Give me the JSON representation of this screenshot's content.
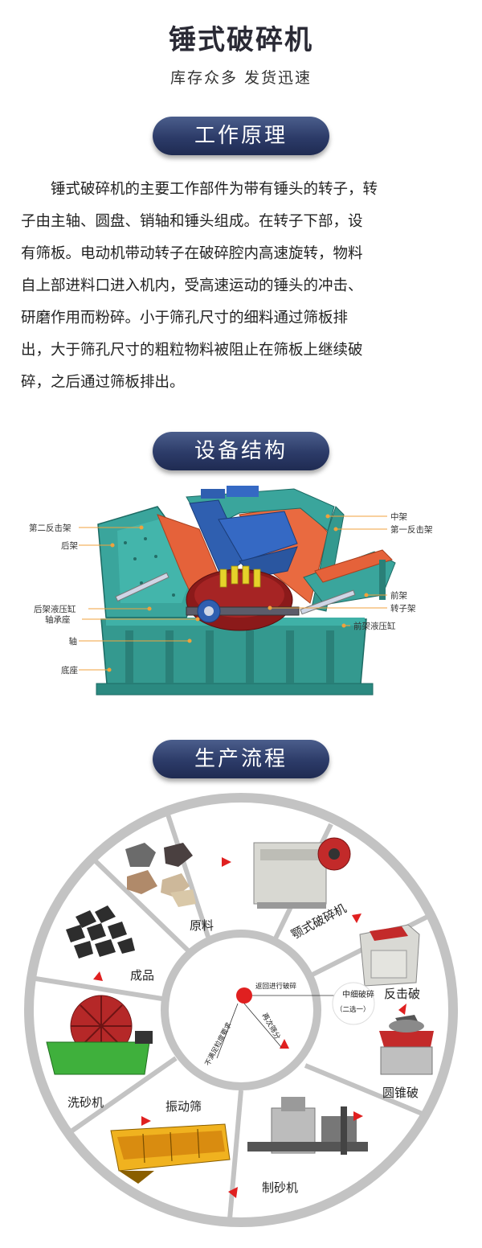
{
  "header": {
    "title": "锤式破碎机",
    "subtitle": "库存众多 发货迅速"
  },
  "sections": {
    "principle": {
      "heading": "工作原理",
      "lines": [
        "　　锤式破碎机的主要工作部件为带有锤头的转子，转",
        "子由主轴、圆盘、销轴和锤头组成。在转子下部，设",
        "有筛板。电动机带动转子在破碎腔内高速旋转，物料",
        "自上部进料口进入机内，受高速运动的锤头的冲击、",
        "研磨作用而粉碎。小于筛孔尺寸的细料通过筛板排",
        "出，大于筛孔尺寸的粗粒物料被阻止在筛板上继续破",
        "碎，之后通过筛板排出。"
      ]
    },
    "structure": {
      "heading": "设备结构",
      "labels_left": [
        "第二反击架",
        "后架",
        "后架液压缸",
        "轴承座",
        "轴",
        "底座"
      ],
      "labels_right": [
        "中架",
        "第一反击架",
        "前架",
        "转子架",
        "前架液压缸"
      ]
    },
    "process": {
      "heading": "生产流程",
      "outer": [
        "原料",
        "颚式破碎机",
        "反击破",
        "圆锥破",
        "制砂机",
        "振动筛",
        "洗砂机",
        "成品"
      ],
      "inner": {
        "return_label": "返回进行破碎",
        "node_label": "中细破碎",
        "node_sub": "（二选一）",
        "again_label": "再次筛分",
        "not_meet_label": "不满足粒度要求"
      }
    }
  },
  "colors": {
    "pill_top": "#4b5e8c",
    "pill_bottom": "#1f2b52",
    "machine_teal": "#3aa59c",
    "machine_orange": "#e5623a",
    "machine_blue": "#2f5fb0",
    "machine_red": "#8b1a1a",
    "leader_orange": "#f0a23c",
    "flow_red": "#e02020",
    "ring_grey": "#b5b5b5"
  }
}
